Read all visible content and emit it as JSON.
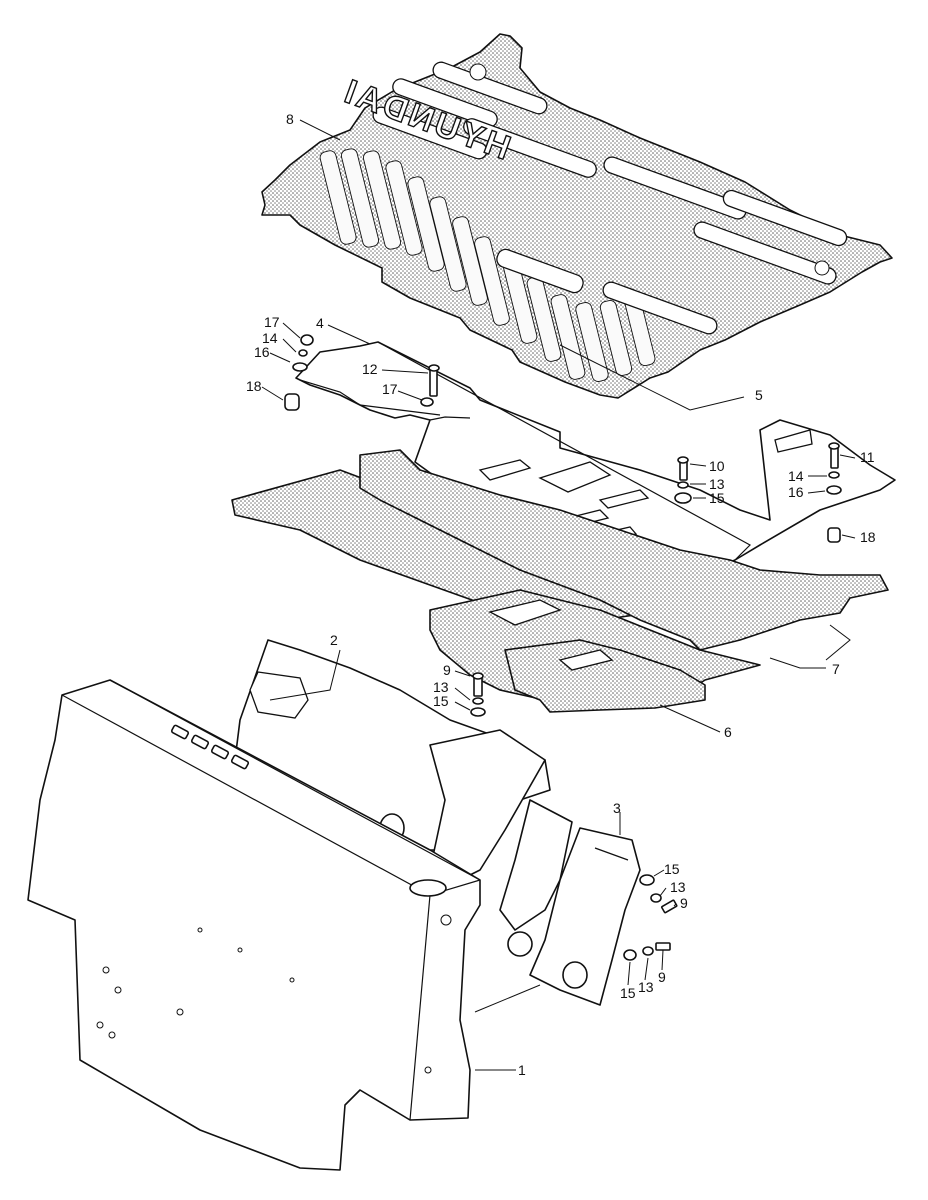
{
  "mat_brand": "HYUNDAI",
  "callouts": {
    "c1": "1",
    "c2": "2",
    "c3": "3",
    "c4": "4",
    "c5": "5",
    "c6": "6",
    "c7": "7",
    "c8": "8",
    "c9a": "9",
    "c9b": "9",
    "c9c": "9",
    "c10": "10",
    "c11": "11",
    "c12": "12",
    "c13a": "13",
    "c13b": "13",
    "c13c": "13",
    "c13d": "13",
    "c14a": "14",
    "c14b": "14",
    "c15a": "15",
    "c15b": "15",
    "c15c": "15",
    "c15d": "15",
    "c16a": "16",
    "c16b": "16",
    "c17a": "17",
    "c17b": "17",
    "c18a": "18",
    "c18b": "18"
  }
}
